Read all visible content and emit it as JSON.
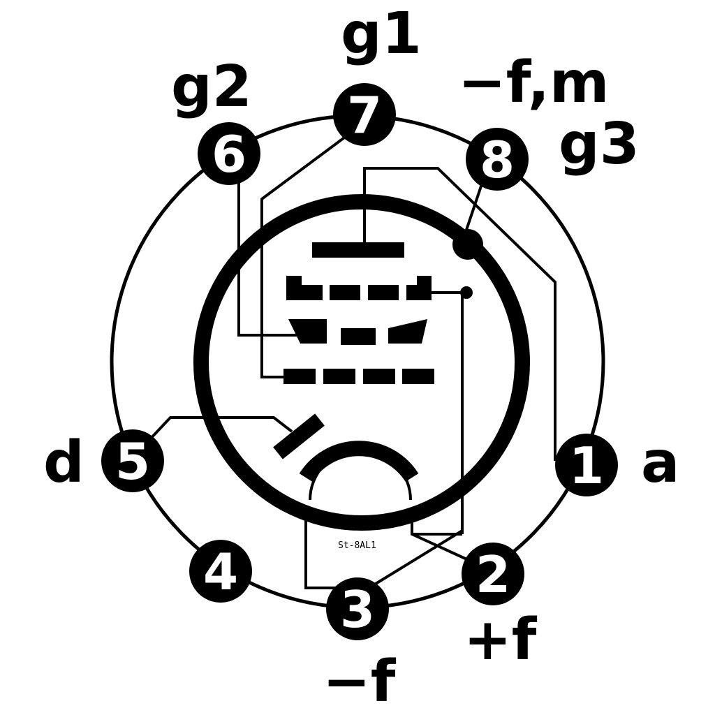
{
  "pins": [
    {
      "number": "1",
      "label": "a"
    },
    {
      "number": "2",
      "label": "+f"
    },
    {
      "number": "3",
      "label": "−f"
    },
    {
      "number": "4",
      "label": ""
    },
    {
      "number": "5",
      "label": "d"
    },
    {
      "number": "6",
      "label": "g2"
    },
    {
      "number": "7",
      "label": "g1"
    },
    {
      "number": "8",
      "label": "g3"
    }
  ],
  "extra_labels": {
    "pin8_upper": "−f,m"
  },
  "base_code": "St-8AL1",
  "colors": {
    "ink": "#000000",
    "paper": "#ffffff"
  }
}
